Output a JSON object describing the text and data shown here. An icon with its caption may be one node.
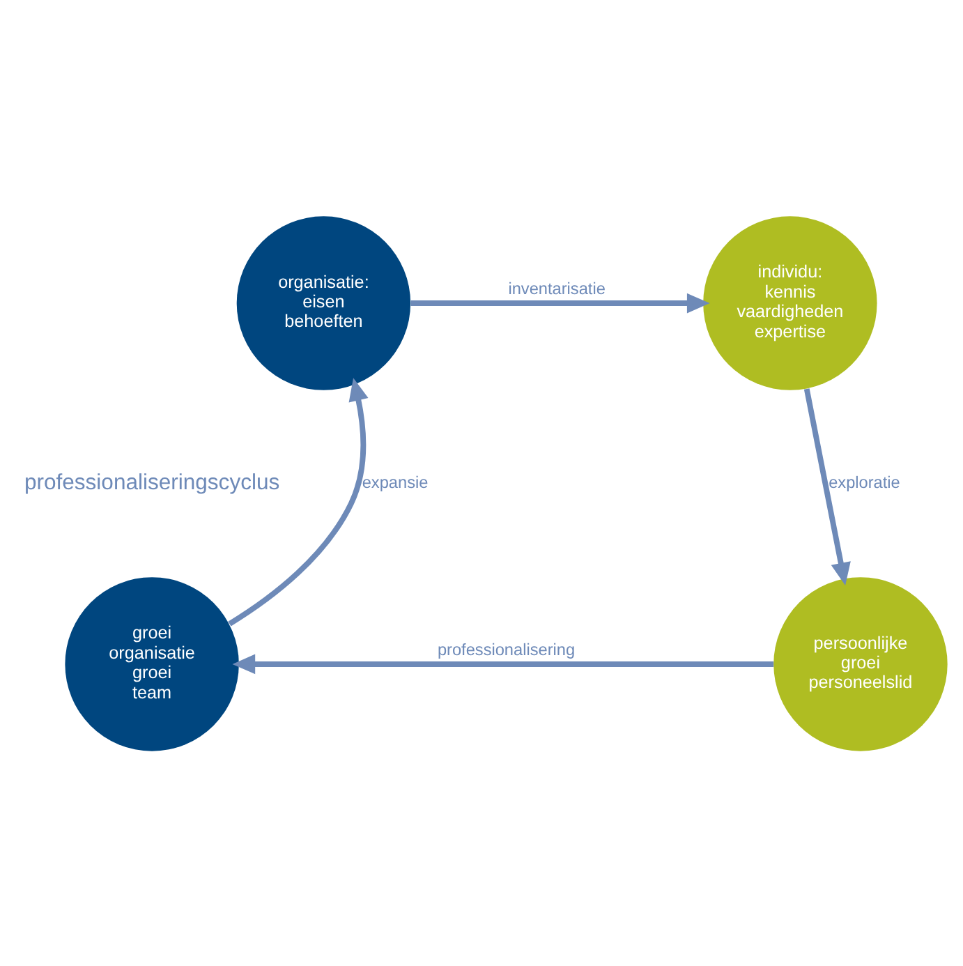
{
  "diagram": {
    "nodes": [
      {
        "text": [
          "organisatie:",
          "eisen",
          "behoeften"
        ]
      },
      {
        "text": [
          "individu:",
          "kennis",
          "vaardigheden",
          "expertise"
        ]
      },
      {
        "text": [
          "persoonlijke",
          "groei",
          "personeelslid"
        ]
      },
      {
        "text": [
          "groei",
          "organisatie",
          "groei",
          "team"
        ]
      }
    ],
    "edges": [
      {
        "from": 0,
        "to": 1,
        "arrow": "to",
        "label": "inventarisatie"
      },
      {
        "from": 1,
        "to": 2,
        "arrow": "to",
        "label": "exploratie"
      },
      {
        "from": 2,
        "to": 3,
        "arrow": "to",
        "label": "professionalisering"
      },
      {
        "from": 3,
        "to": 0,
        "arrow": "to",
        "label": "expansie"
      }
    ],
    "labels": [
      "professionaliseringscyclus"
    ]
  }
}
